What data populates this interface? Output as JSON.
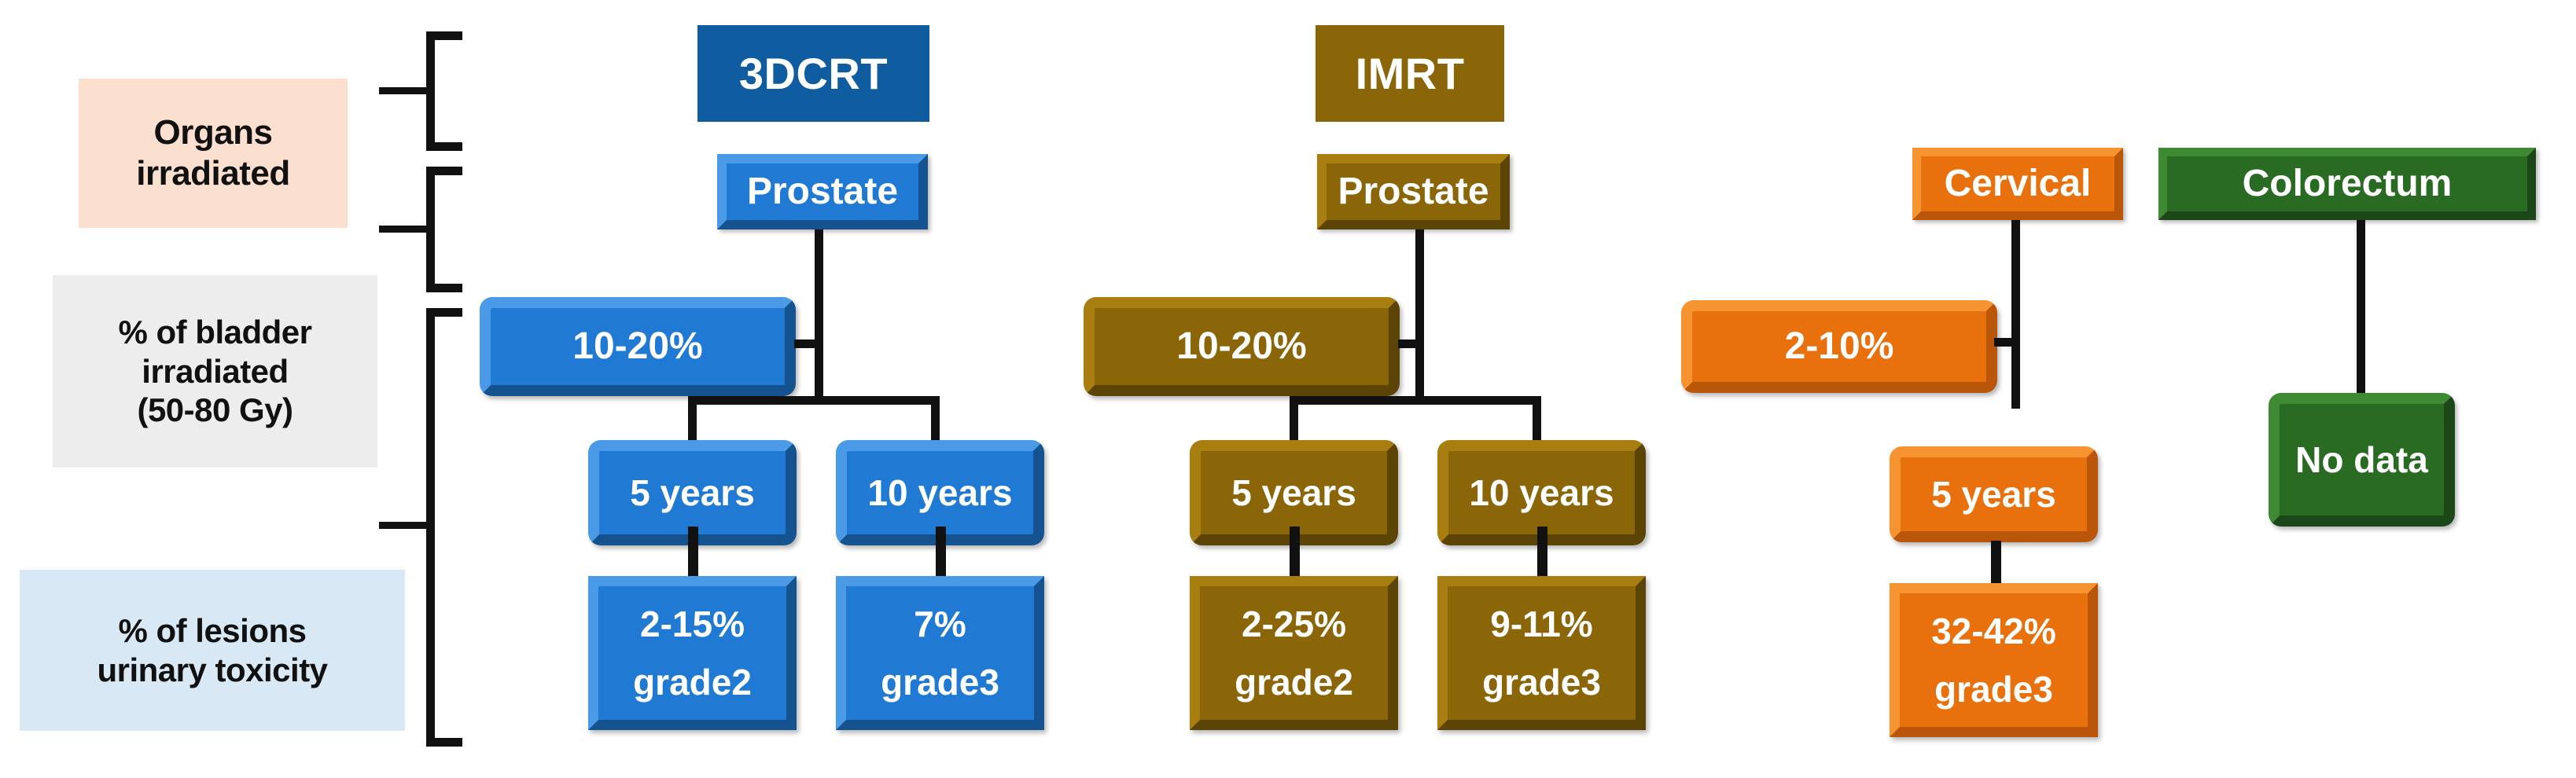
{
  "row_labels": [
    {
      "name": "organs-irradiated",
      "lines": [
        "Organs",
        "irradiated"
      ],
      "bg": "#fbe0d0"
    },
    {
      "name": "bladder-irradiated",
      "lines": [
        "% of bladder",
        "irradiated",
        "(50-80 Gy)"
      ],
      "bg": "#ededed"
    },
    {
      "name": "lesions-urinary-toxicity",
      "lines": [
        "% of lesions",
        "urinary toxicity"
      ],
      "bg": "#d8e8f4"
    }
  ],
  "headers": [
    {
      "name": "3dcrt",
      "label": "3DCRT",
      "color": "#0f5ca0"
    },
    {
      "name": "imrt",
      "label": "IMRT",
      "color": "#8a6608"
    }
  ],
  "columns": {
    "col_3dcrt": {
      "accent": "#2079d2",
      "accent_dark": "#14538f",
      "accent_light": "#3a90e0",
      "organ": "Prostate",
      "bladder_pct": "10-20%",
      "followups": [
        "5 years",
        "10 years"
      ],
      "outcomes": [
        {
          "pct": "2-15%",
          "grade": "grade2"
        },
        {
          "pct": "7%",
          "grade": "grade3"
        }
      ]
    },
    "col_imrt": {
      "accent": "#8a6608",
      "accent_dark": "#5c4406",
      "accent_light": "#a57c0c",
      "organ": "Prostate",
      "bladder_pct": "10-20%",
      "followups": [
        "5 years",
        "10 years"
      ],
      "outcomes": [
        {
          "pct": "2-25%",
          "grade": "grade2"
        },
        {
          "pct": "9-11%",
          "grade": "grade3"
        }
      ]
    },
    "col_cervical": {
      "accent": "#e8700d",
      "accent_dark": "#b9560a",
      "accent_light": "#f48420",
      "organ": "Cervical",
      "bladder_pct": "2-10%",
      "followups": [
        "5 years"
      ],
      "outcomes": [
        {
          "pct": "32-42%",
          "grade": "grade3"
        }
      ]
    },
    "col_colorectum": {
      "accent": "#2a6b24",
      "accent_dark": "#1c4718",
      "accent_light": "#35802c",
      "organ": "Colorectum",
      "bladder_pct": "",
      "followups": [],
      "outcomes": [
        {
          "pct": "No data",
          "grade": ""
        }
      ]
    }
  },
  "chart_data": {
    "type": "table",
    "title": "Bladder irradiation and urinary toxicity by radiotherapy technique and target organ",
    "row_headers": [
      "Organs irradiated",
      "% of bladder irradiated (50-80 Gy)",
      "% of lesions urinary toxicity"
    ],
    "columns": [
      {
        "technique": "3DCRT",
        "organ": "Prostate",
        "bladder_irradiated_pct": "10-20%",
        "toxicity": [
          {
            "followup": "5 years",
            "value": "2-15%",
            "grade": "grade2"
          },
          {
            "followup": "10 years",
            "value": "7%",
            "grade": "grade3"
          }
        ]
      },
      {
        "technique": "IMRT",
        "organ": "Prostate",
        "bladder_irradiated_pct": "10-20%",
        "toxicity": [
          {
            "followup": "5 years",
            "value": "2-25%",
            "grade": "grade2"
          },
          {
            "followup": "10 years",
            "value": "9-11%",
            "grade": "grade3"
          }
        ]
      },
      {
        "technique": "",
        "organ": "Cervical",
        "bladder_irradiated_pct": "2-10%",
        "toxicity": [
          {
            "followup": "5 years",
            "value": "32-42%",
            "grade": "grade3"
          }
        ]
      },
      {
        "technique": "",
        "organ": "Colorectum",
        "bladder_irradiated_pct": "",
        "toxicity": [
          {
            "followup": "",
            "value": "No data",
            "grade": ""
          }
        ]
      }
    ]
  }
}
